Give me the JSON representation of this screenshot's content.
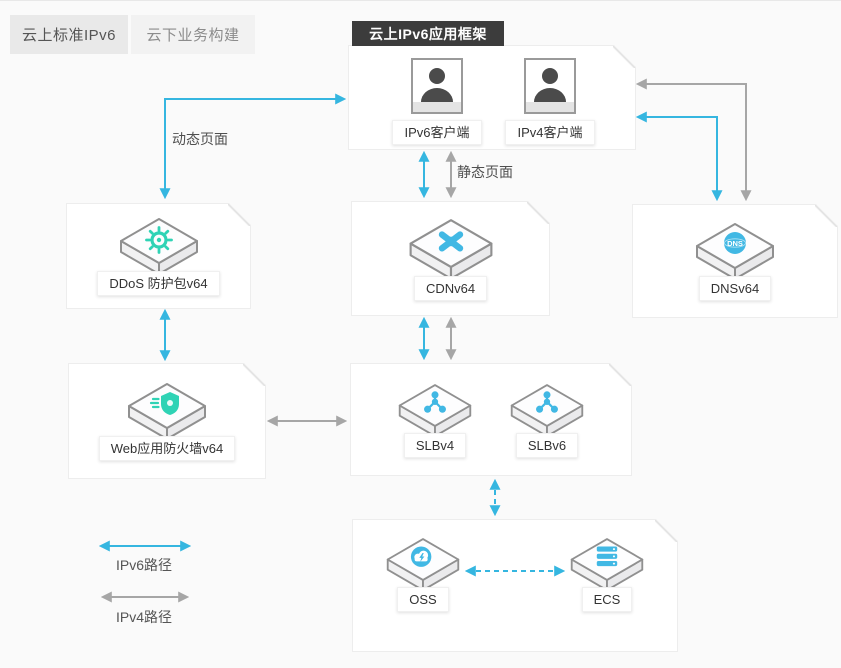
{
  "tabs": [
    {
      "label": "云上标准IPv6"
    },
    {
      "label": "云下业务构建"
    }
  ],
  "frame_title": "云上IPv6应用框架",
  "client_box": {
    "clients": [
      {
        "label": "IPv6客户端",
        "icon": "user-icon"
      },
      {
        "label": "IPv4客户端",
        "icon": "user-icon"
      }
    ]
  },
  "nodes": {
    "ddos": {
      "label": "DDoS 防护包v64",
      "icon": "gear-icon"
    },
    "cdn": {
      "label": "CDNv64",
      "icon": "network-x-icon"
    },
    "dns": {
      "label": "DNSv64",
      "icon": "dns-globe-icon"
    },
    "waf": {
      "label": "Web应用防火墙v64",
      "icon": "shield-icon"
    },
    "slbv4": {
      "label": "SLBv4",
      "icon": "load-balancer-icon"
    },
    "slbv6": {
      "label": "SLBv6",
      "icon": "load-balancer-icon"
    },
    "oss": {
      "label": "OSS",
      "icon": "cloud-storage-icon"
    },
    "ecs": {
      "label": "ECS",
      "icon": "server-icon"
    }
  },
  "edge_labels": {
    "dynamic_pages": "动态页面",
    "static_pages": "静态页面"
  },
  "legend": [
    {
      "label": "IPv6路径",
      "color": "#35b6e0"
    },
    {
      "label": "IPv4路径",
      "color": "#a6a6a6"
    }
  ],
  "colors": {
    "ipv6_path": "#35b6e0",
    "ipv4_path": "#a6a6a6",
    "teal_icon": "#2fd3b5",
    "blue_icon": "#41b8e4",
    "frame_header_bg": "#3c3c3c"
  }
}
